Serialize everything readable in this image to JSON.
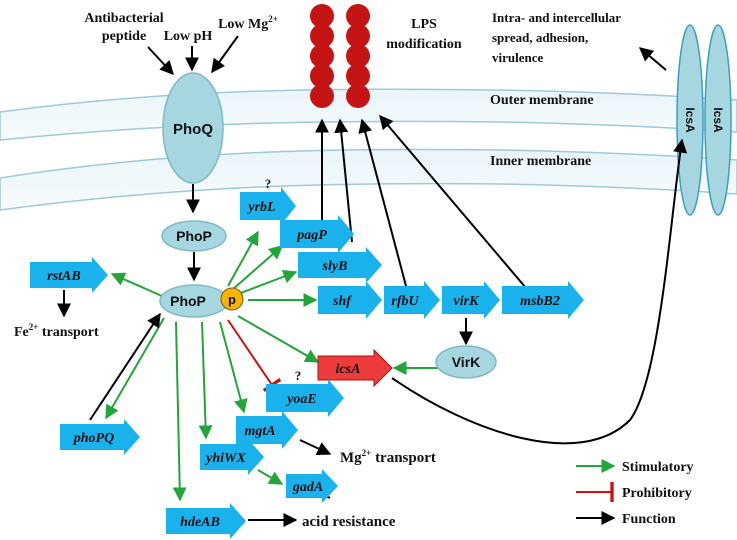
{
  "signals": {
    "antibacterial_line1": "Antibacterial",
    "antibacterial_line2": "peptide",
    "low_ph": "Low pH",
    "low_mg": "Low Mg",
    "low_mg_sup": "2+"
  },
  "membranes": {
    "outer": "Outer membrane",
    "inner": "Inner membrane"
  },
  "lps": {
    "line1": "LPS",
    "line2": "modification"
  },
  "virulence": {
    "line1": "Intra-  and intercellular",
    "line2": "spread,  adhesion,",
    "line3": "virulence"
  },
  "proteins": {
    "phoq": "PhoQ",
    "phop_top": "PhoP",
    "phop_main": "PhoP",
    "phospho": "p",
    "virk_protein": "VirK",
    "icsa_outer": "IcsA"
  },
  "genes": {
    "yrbl": "yrbL",
    "pagp": "pagP",
    "slyb": "slyB",
    "rstab": "rstAB",
    "shf": "shf",
    "rfbu": "rfbU",
    "virk": "virK",
    "msbb2": "msbB2",
    "icsa": "icsA",
    "yoae": "yoaE",
    "phopq": "phoPQ",
    "mgta": "mgtA",
    "yhiwx": "yhiWX",
    "gada": "gadA",
    "hdeab": "hdeAB"
  },
  "unknowns": {
    "yrbl": "?",
    "yoae": "?"
  },
  "functions": {
    "fe_transport": "Fe",
    "fe_sup": "2+",
    "fe_suffix": " transport",
    "mg_transport": "Mg",
    "mg_sup": "2+",
    "mg_suffix": " transport",
    "acid": "acid resistance"
  },
  "legend": {
    "stimulatory": "Stimulatory",
    "prohibitory": "Prohibitory",
    "function": "Function"
  },
  "colors": {
    "gene_fill": "#1ab2ec",
    "icsa_fill": "#ee3b3b",
    "protein_fill": "#a6d6df",
    "lps_fill": "#c41414",
    "phospho_fill": "#f7b500",
    "stimulatory": "#22a63a",
    "prohibitory": "#cc1111",
    "function": "#000000",
    "membrane": "#9ec9db"
  }
}
